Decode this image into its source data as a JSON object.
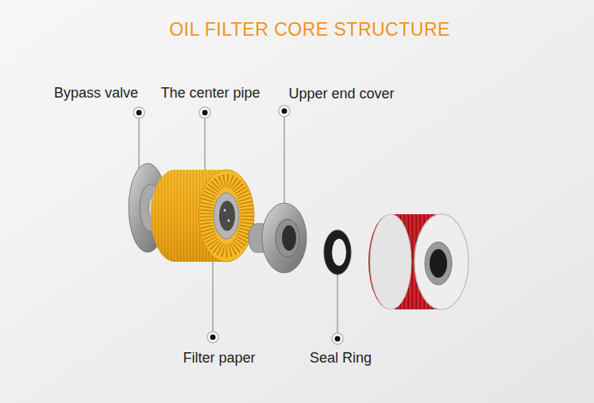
{
  "diagram": {
    "title": "OIL FILTER CORE STRUCTURE",
    "labels": [
      "Bypass valve",
      "The center pipe",
      "Upper end cover",
      "Filter paper",
      "Seal Ring"
    ]
  }
}
